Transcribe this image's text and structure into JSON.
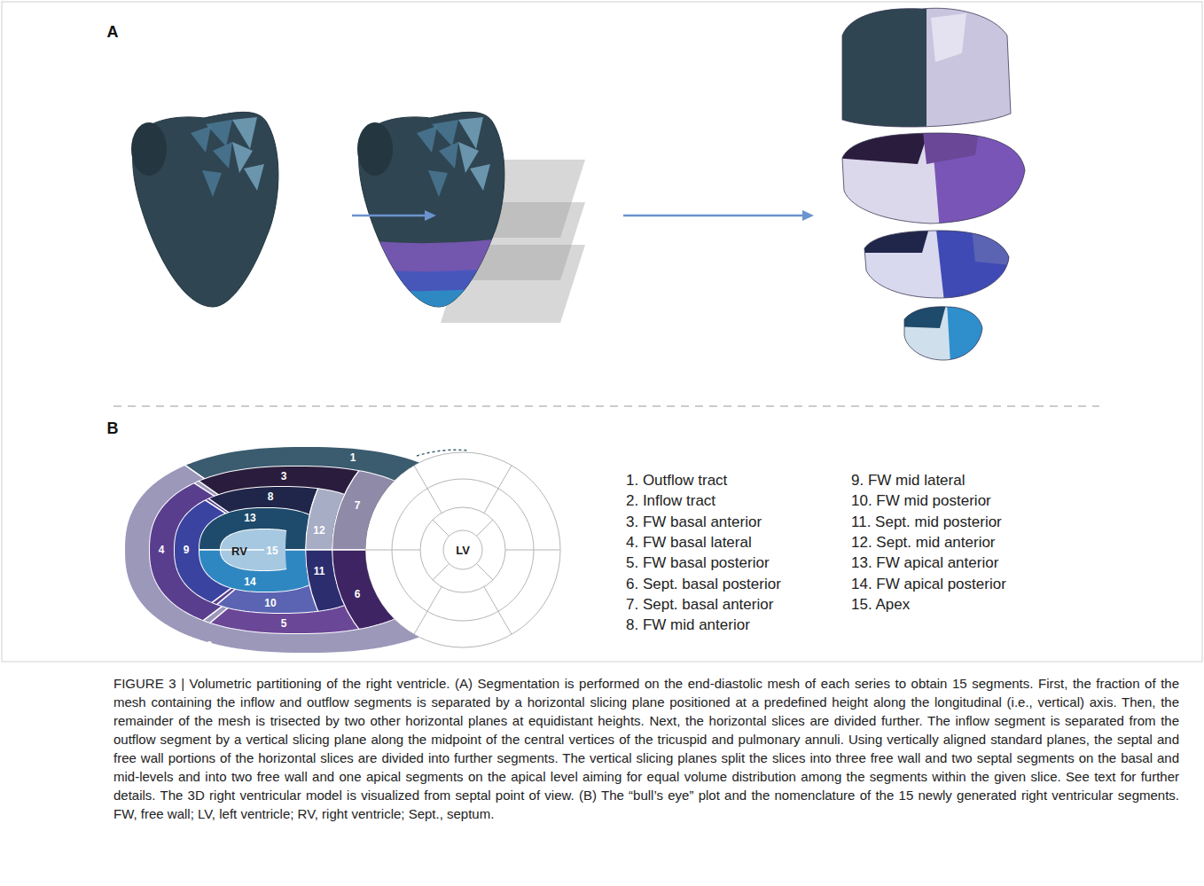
{
  "diagram": {
    "caption": "FIGURE 3 | Volumetric partitioning of the right ventricle. (A) Segmentation is performed on the end-diastolic mesh of each series to obtain 15 segments. First, the fraction of the mesh containing the inflow and outflow segments is separated by a horizontal slicing plane positioned at a predefined height along the longitudinal (i.e., vertical) axis. Then, the remainder of the mesh is trisected by two other horizontal planes at equidistant heights. Next, the horizontal slices are divided further. The inflow segment is separated from the outflow segment by a vertical slicing plane along the midpoint of the central vertices of the tricuspid and pulmonary annuli. Using vertically aligned standard planes, the septal and free wall portions of the horizontal slices are divided into further segments. The vertical slicing planes split the slices into three free wall and two septal segments on the basal and mid-levels and into two free wall and one apical segments on the apical level aiming for equal volume distribution among the segments within the given slice. See text for further details. The 3D right ventricular model is visualized from septal point of view. (B) The “bull’s eye” plot and the nomenclature of the 15 newly generated right ventricular segments. FW, free wall; LV, left ventricle; RV, right ventricle; Sept., septum.",
    "labels": [
      "A",
      "B",
      "1",
      "2",
      "3",
      "4",
      "5",
      "6",
      "7",
      "8",
      "9",
      "10",
      "11",
      "12",
      "13",
      "14",
      "15",
      "RV",
      "LV",
      "1. Outflow tract",
      "2. Inflow tract",
      "3. FW basal anterior",
      "4. FW basal lateral",
      "5. FW basal posterior",
      "6. Sept. basal posterior",
      "7. Sept. basal anterior",
      "8. FW mid anterior",
      "9. FW mid lateral",
      "10. FW mid posterior",
      "11. Sept. mid posterior",
      "12. Sept. mid anterior",
      "13. FW apical anterior",
      "14. FW apical posterior",
      "15. Apex"
    ]
  }
}
